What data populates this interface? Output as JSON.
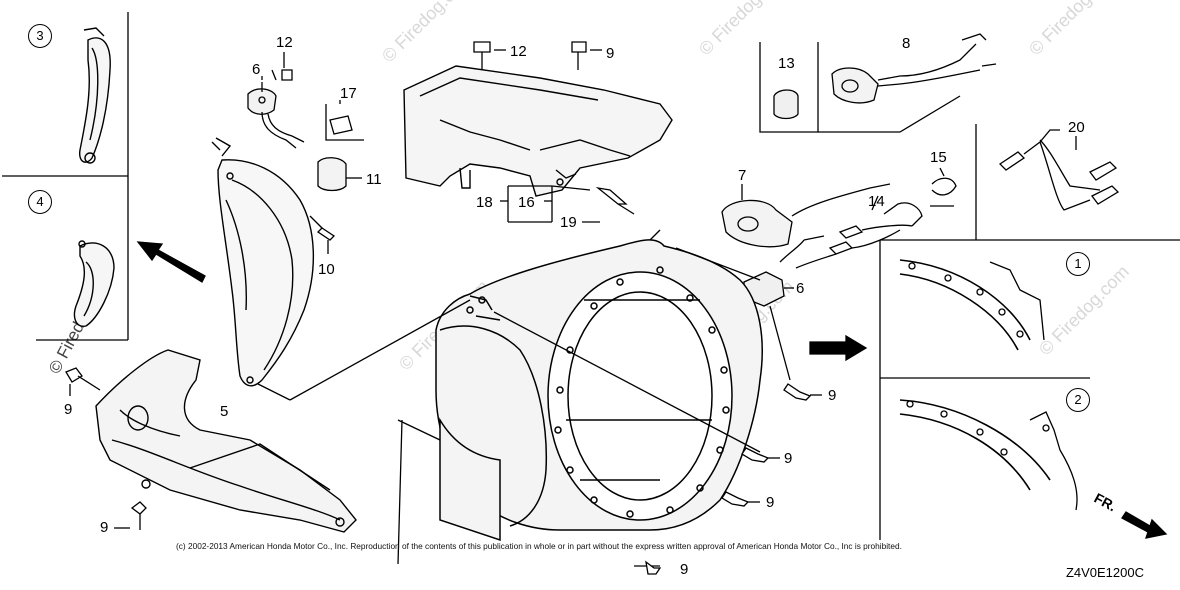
{
  "watermark": "© Firedog.com",
  "callouts": {
    "p3": "3",
    "p4": "4",
    "p1": "1",
    "p2": "2",
    "n12a": "12",
    "n6a": "6",
    "n17": "17",
    "n11": "11",
    "n10": "10",
    "n12b": "12",
    "n9a": "9",
    "n13": "13",
    "n8": "8",
    "n18": "18",
    "n16": "16",
    "n19": "19",
    "n7": "7",
    "n15": "15",
    "n14": "14",
    "n20": "20",
    "n6b": "6",
    "n9b": "9",
    "n9c": "9",
    "n9d": "9",
    "n9e": "9",
    "n9f": "9",
    "n9g": "9",
    "n5": "5"
  },
  "fr_label": "FR.",
  "copyright": "(c) 2002-2013 American Honda Motor Co., Inc. Reproduction of the contents of this publication in whole or in part without the express written approval of American Honda Motor Co., Inc is prohibited.",
  "diagram_code": "Z4V0E1200C"
}
